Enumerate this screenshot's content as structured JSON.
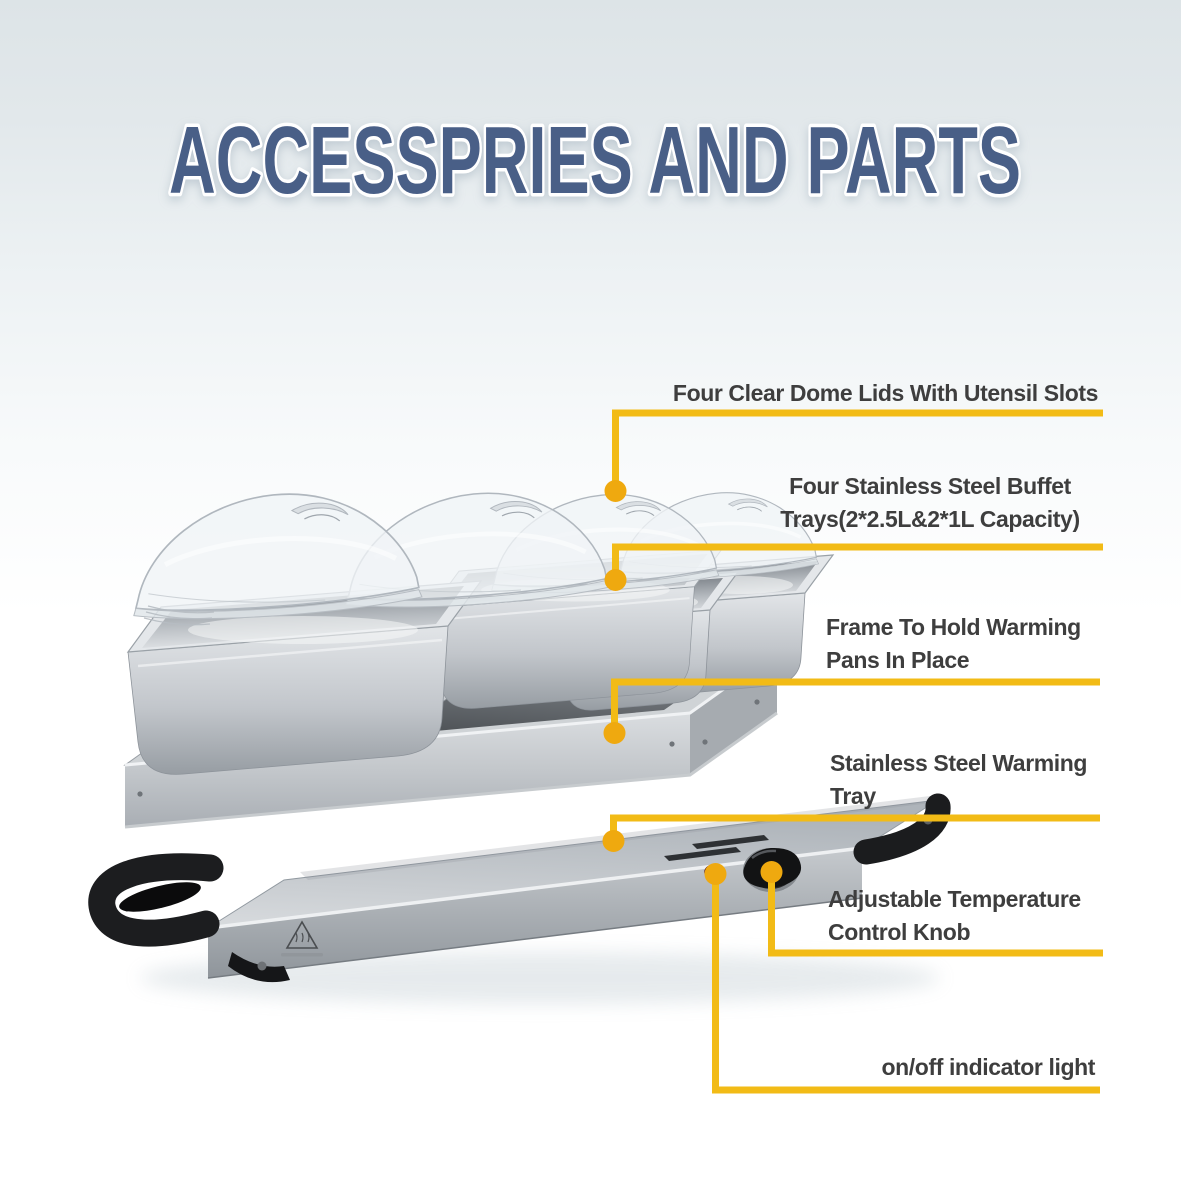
{
  "title": "ACCESSPRIES AND PARTS",
  "colors": {
    "background_top": "#dde4e7",
    "title_blue": "#4a5e87",
    "label_text": "#3e3e3e",
    "accent_yellow": "#f2bb16",
    "dot_orange": "#efa90f",
    "indicator_red": "#9c1d1d"
  },
  "callouts": [
    {
      "id": "dome-lids",
      "lines": [
        "Four Clear Dome Lids With Utensil Slots"
      ]
    },
    {
      "id": "buffet-trays",
      "lines": [
        "Four Stainless Steel Buffet",
        "Trays(2*2.5L&2*1L Capacity)"
      ]
    },
    {
      "id": "frame",
      "lines": [
        "Frame To Hold Warming",
        "Pans In Place"
      ]
    },
    {
      "id": "warming-tray",
      "lines": [
        "Stainless Steel Warming",
        "Tray"
      ]
    },
    {
      "id": "temp-knob",
      "lines": [
        "Adjustable Temperature",
        "Control Knob"
      ]
    },
    {
      "id": "indicator-light",
      "lines": [
        "on/off indicator light"
      ]
    }
  ]
}
